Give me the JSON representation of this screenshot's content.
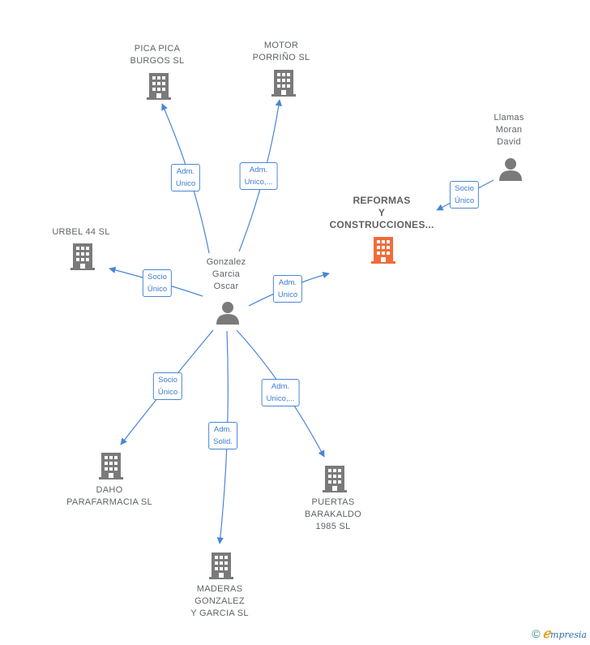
{
  "colors": {
    "edge": "#4a86d4",
    "building": "#7a7a7a",
    "building_highlight": "#f26b3a",
    "person": "#7a7a7a"
  },
  "nodes": {
    "pica_pica": {
      "label": "PICA PICA\nBURGOS  SL",
      "icon": "building-icon"
    },
    "motor": {
      "label": "MOTOR\nPORRIÑO SL",
      "icon": "building-icon"
    },
    "llamas": {
      "label": "Llamas\nMoran\nDavid",
      "icon": "person-icon"
    },
    "reformas": {
      "label": "REFORMAS\nY\nCONSTRUCCIONES...",
      "icon": "building-icon"
    },
    "urbel": {
      "label": "URBEL 44 SL",
      "icon": "building-icon"
    },
    "gonzalez": {
      "label": "Gonzalez\nGarcia\nOscar",
      "icon": "person-icon"
    },
    "daho": {
      "label": "DAHO\nPARAFARMACIA SL",
      "icon": "building-icon"
    },
    "puertas": {
      "label": "PUERTAS\nBARAKALDO\n1985  SL",
      "icon": "building-icon"
    },
    "maderas": {
      "label": "MADERAS\nGONZALEZ\nY GARCIA SL",
      "icon": "building-icon"
    }
  },
  "edges": {
    "e_pica": "Adm.\nUnico",
    "e_motor": "Adm.\nUnico,...",
    "e_llamas": "Socio\nÚnico",
    "e_reformas": "Adm.\nUnico",
    "e_urbel": "Socio\nÚnico",
    "e_daho": "Socio\nÚnico",
    "e_maderas": "Adm.\nSolid.",
    "e_puertas": "Adm.\nUnico,..."
  },
  "footer": {
    "copyright": "©",
    "brand_mark": "ℯ",
    "brand_rest": "mpresia"
  }
}
